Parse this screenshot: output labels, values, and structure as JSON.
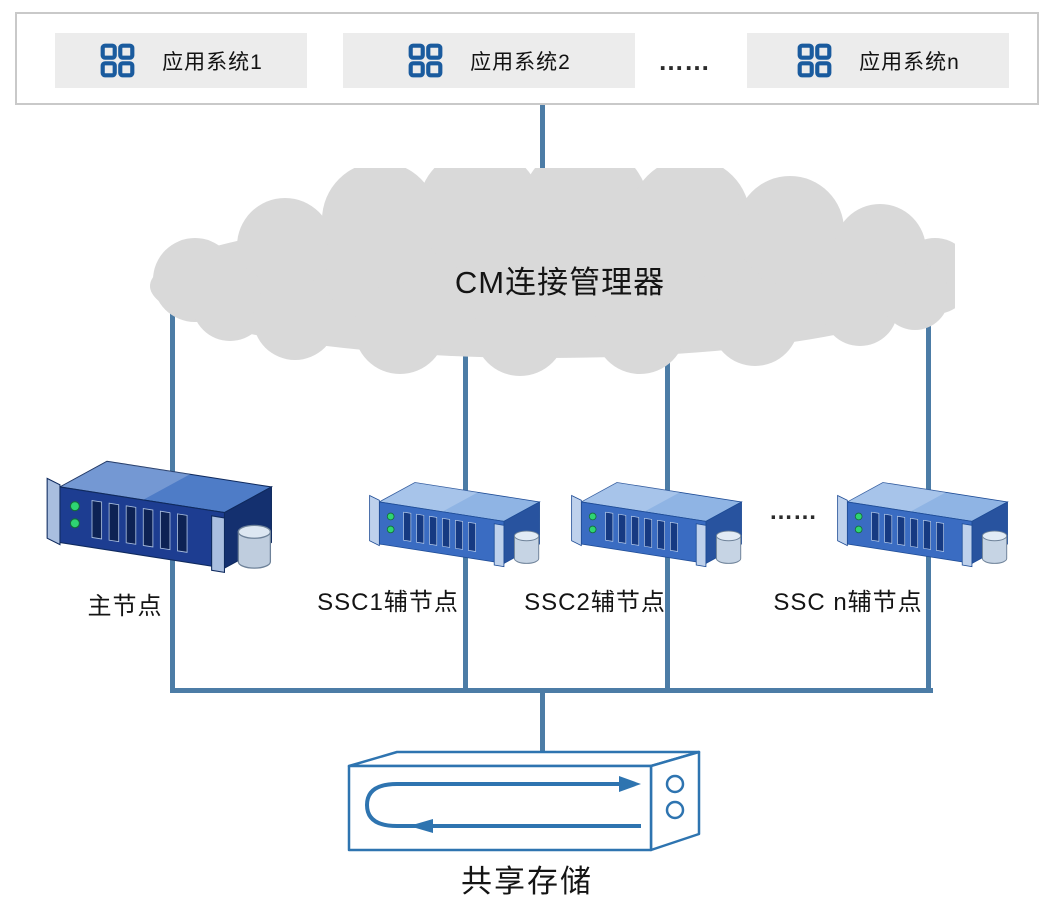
{
  "colors": {
    "line": "#4c7ca6",
    "icon-blue": "#1a5b9e",
    "cloud-gray": "#d9d9d9",
    "storage-stroke": "#2e74b0"
  },
  "app_layer": {
    "items": [
      {
        "label": "应用系统1"
      },
      {
        "label": "应用系统2"
      },
      {
        "label": "应用系统n"
      }
    ],
    "ellipsis": "……"
  },
  "cloud": {
    "label": "CM连接管理器"
  },
  "nodes": {
    "primary": {
      "label": "主节点"
    },
    "secondary": [
      {
        "label": "SSC1辅节点"
      },
      {
        "label": "SSC2辅节点"
      },
      {
        "label": "SSC n辅节点"
      }
    ],
    "ellipsis": "……"
  },
  "storage": {
    "label": "共享存储"
  }
}
